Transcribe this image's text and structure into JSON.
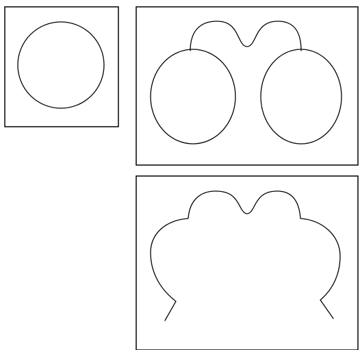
{
  "figure": {
    "background": "#ffffff",
    "stroke_color": "#000000",
    "panels": [
      {
        "name": "single-circle-panel",
        "shapes": [
          "circle"
        ]
      },
      {
        "name": "two-circles-with-bumps-panel",
        "shapes": [
          "left-circle",
          "right-circle",
          "top-double-bump-outline"
        ]
      },
      {
        "name": "merged-outline-panel",
        "shapes": [
          "merged-face-like-outline"
        ]
      }
    ]
  }
}
